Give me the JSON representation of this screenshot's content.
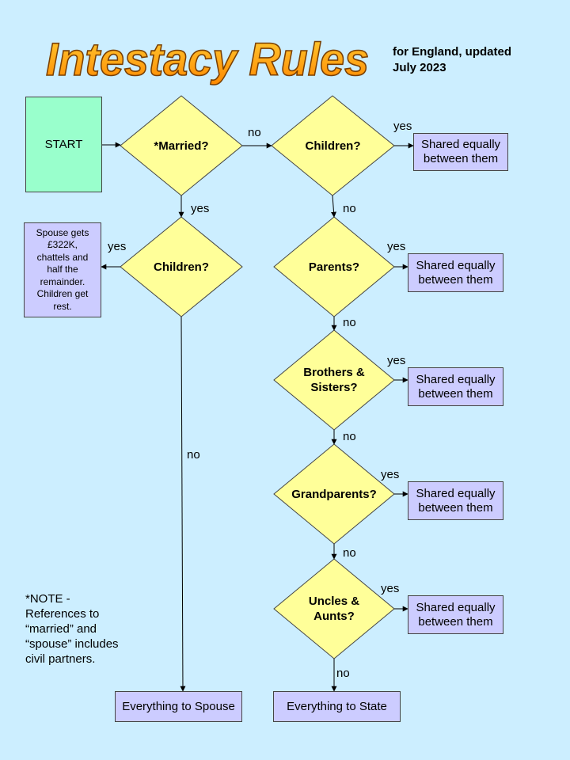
{
  "title": "Intestacy Rules",
  "subtitle": "for England, updated\nJuly 2023",
  "note": "*NOTE -\nReferences to\n“married” and\n“spouse” includes\ncivil partners.",
  "nodes": {
    "start": "START",
    "q_married": "*Married?",
    "q_children_married": "Children?",
    "q_children": "Children?",
    "q_parents": "Parents?",
    "q_siblings": "Brothers &\nSisters?",
    "q_grandparents": "Grandparents?",
    "q_uncles_aunts": "Uncles &\nAunts?",
    "out_spouse_children": "Spouse gets\n£322K,\nchattels and\nhalf the\nremainder.\nChildren get\nrest.",
    "out_children": "Shared equally\nbetween them",
    "out_parents": "Shared equally\nbetween them",
    "out_siblings": "Shared equally\nbetween them",
    "out_grandparents": "Shared equally\nbetween them",
    "out_uncles_aunts": "Shared equally\nbetween them",
    "out_spouse_all": "Everything to Spouse",
    "out_state": "Everything to State"
  },
  "edge_labels": {
    "married_no": "no",
    "married_yes": "yes",
    "children_married_yes": "yes",
    "children_married_no": "no",
    "children_yes": "yes",
    "children_no": "no",
    "parents_yes": "yes",
    "parents_no": "no",
    "siblings_yes": "yes",
    "siblings_no": "no",
    "grandparents_yes": "yes",
    "grandparents_no": "no",
    "uncles_aunts_yes": "yes",
    "uncles_aunts_no": "no"
  },
  "colors": {
    "background": "#cceeff",
    "decision_fill": "#ffff99",
    "start_fill": "#99ffcc",
    "outcome_fill": "#ccccff",
    "title_fill": "#ff9900"
  }
}
